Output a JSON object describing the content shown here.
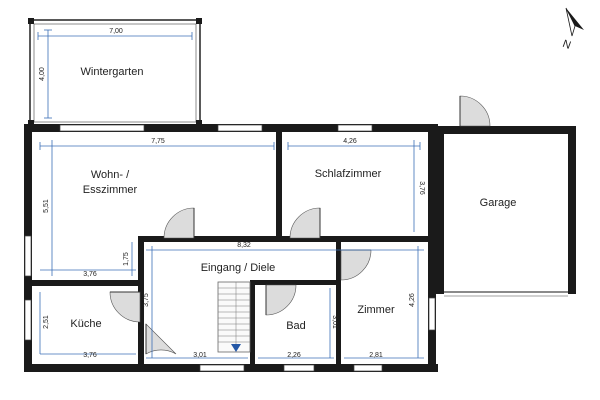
{
  "rooms": {
    "wintergarten": "Wintergarten",
    "wohn_line1": "Wohn- /",
    "wohn_line2": "Esszimmer",
    "schlafzimmer": "Schlafzimmer",
    "garage": "Garage",
    "eingang": "Eingang / Diele",
    "kueche": "Küche",
    "bad": "Bad",
    "zimmer": "Zimmer"
  },
  "dimensions": {
    "wintergarten_width": "7,00",
    "wintergarten_height": "4,00",
    "wohn_width": "7,75",
    "wohn_height": "5,51",
    "wohn_bottom": "3,76",
    "wohn_side": "1,75",
    "schlaf_width": "4,26",
    "schlaf_height": "3,76",
    "eingang_width": "8,32",
    "eingang_side": "3,75",
    "kueche_height": "2,51",
    "kueche_width": "3,76",
    "stair_bottom": "3,01",
    "bad_height": "3,01",
    "bad_width": "2,26",
    "zimmer_width": "2,81",
    "zimmer_height": "4,26"
  },
  "compass": {
    "north_label": "N"
  },
  "colors": {
    "wall": "#1a1a1a",
    "dimension": "#3b6fb6",
    "stair_arrow": "#2457a6",
    "door_swing": "#dcdcdc"
  },
  "icons": {
    "compass": "north-arrow-icon"
  }
}
